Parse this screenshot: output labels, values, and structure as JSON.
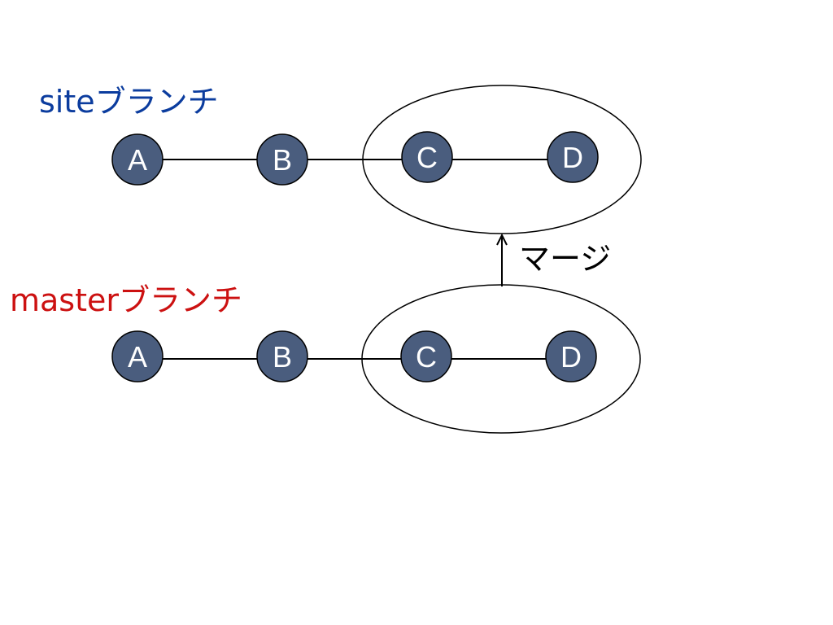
{
  "colors": {
    "site_label": "#0b3c9e",
    "master_label": "#cc1111",
    "node_fill": "#4a5d7e",
    "node_text": "#ffffff"
  },
  "branches": {
    "site": {
      "label": "siteブランチ",
      "nodes": [
        "A",
        "B",
        "C",
        "D"
      ]
    },
    "master": {
      "label": "masterブランチ",
      "nodes": [
        "A",
        "B",
        "C",
        "D"
      ]
    }
  },
  "merge": {
    "label": "マージ"
  }
}
